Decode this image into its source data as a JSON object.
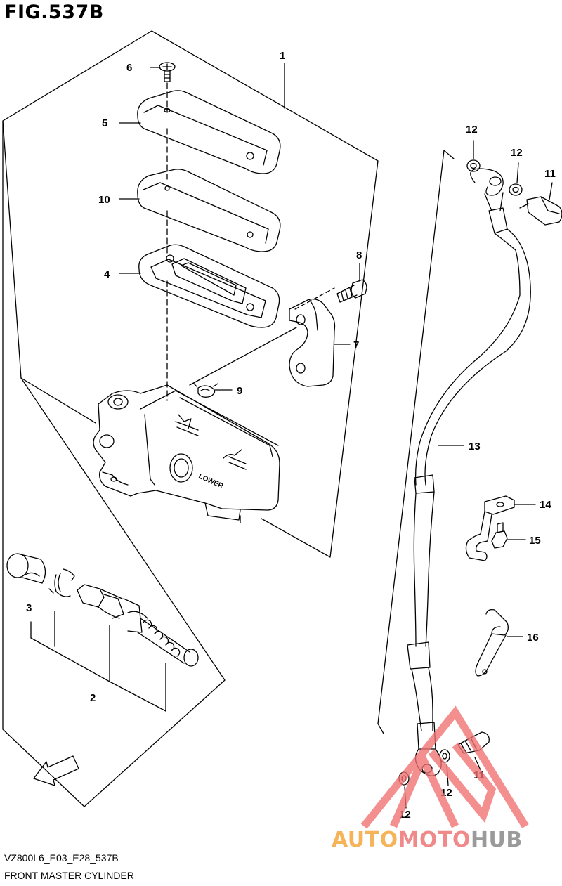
{
  "figure": {
    "title": "FIG.537B",
    "code": "VZ800L6_E03_E28_537B",
    "name": "FRONT MASTER CYLINDER"
  },
  "callouts": {
    "c1": "1",
    "c2": "2",
    "c3": "3",
    "c4": "4",
    "c5": "5",
    "c6": "6",
    "c7": "7",
    "c8": "8",
    "c9": "9",
    "c10": "10",
    "c11a": "11",
    "c11b": "11",
    "c12a": "12",
    "c12b": "12",
    "c12c": "12",
    "c12d": "12",
    "c13": "13",
    "c14": "14",
    "c15": "15",
    "c16": "16"
  },
  "labels": {
    "lower": "LOWER",
    "fwd": "FWD"
  },
  "watermark": {
    "part1": "AUTO",
    "part2": "MOTO",
    "part3": "HUB"
  },
  "colors": {
    "line": "#000000",
    "watermark_triangle": "#f07070",
    "watermark_orange": "#f5b45a",
    "watermark_red": "#f08a8a",
    "watermark_grey": "#9a9a9a"
  }
}
